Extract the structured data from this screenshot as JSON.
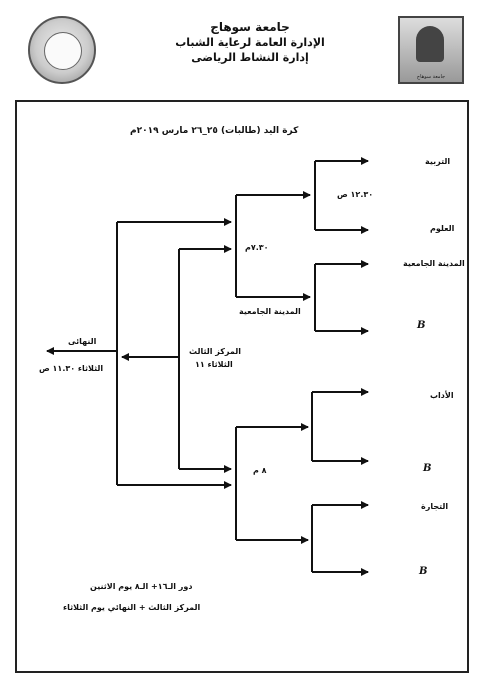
{
  "header": {
    "line1": "جامعة سوهاج",
    "line2": "الإدارة العامة لرعاية الشباب",
    "line3": "إدارة النشاط الرياضى",
    "right_logo_caption": "جامعة سوهاج"
  },
  "title": "كرة اليد (طالبات) ٢٥_٢٦ مارس ٢٠١٩م",
  "teams": {
    "t1": "التربية",
    "t2": "العلوم",
    "t3": "المدينة الجامعية",
    "t4": "B",
    "t5": "الأداب",
    "t6": "B",
    "t7": "التجارة",
    "t8": "B"
  },
  "labels": {
    "r1_time": "١٢.٣٠ ص",
    "r2_time_top": "٧.٣٠م",
    "r2_winner_top": "المدينة الجامعية",
    "r2_time_bottom": "٨ م",
    "third_place": "المركز الثالث",
    "third_place_time": "الثلاثاء ١١",
    "final": "النهائى",
    "final_time": "الثلاثاء ١١.٣٠ ص"
  },
  "footer": {
    "line1": "دور الـ١٦+ الـ٨ يوم الاثنين",
    "line2": "المركز الثالث + النهائي يوم الثلاثاء"
  }
}
